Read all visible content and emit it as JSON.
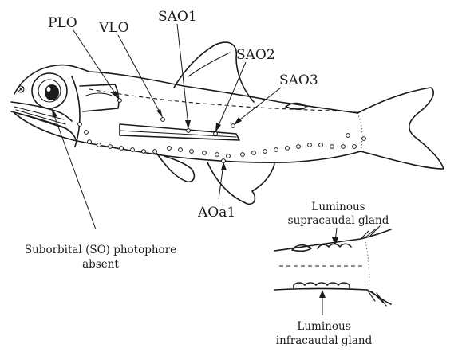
{
  "labels": {
    "plo": "PLO",
    "vlo": "VLO",
    "sao1": "SAO1",
    "sao2": "SAO2",
    "sao3": "SAO3",
    "aoa1": "AOa1"
  },
  "notes": {
    "suborbital_line1": "Suborbital (SO) photophore",
    "suborbital_line2": "absent",
    "supracaudal_line1": "Luminous",
    "supracaudal_line2": "supracaudal gland",
    "infracaudal_line1": "Luminous",
    "infracaudal_line2": "infracaudal gland"
  }
}
